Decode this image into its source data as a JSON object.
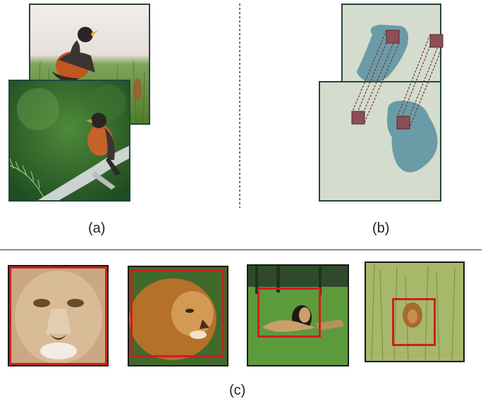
{
  "panels": {
    "a": {
      "caption": "(a)"
    },
    "b": {
      "caption": "(b)"
    },
    "c": {
      "caption": "(c)"
    }
  },
  "colors": {
    "frame": "#24473c",
    "map_bg": "#d3dccd",
    "blob": "#6b9ba6",
    "patch": "#8b4f55",
    "red_box": "#cc1f1f"
  }
}
